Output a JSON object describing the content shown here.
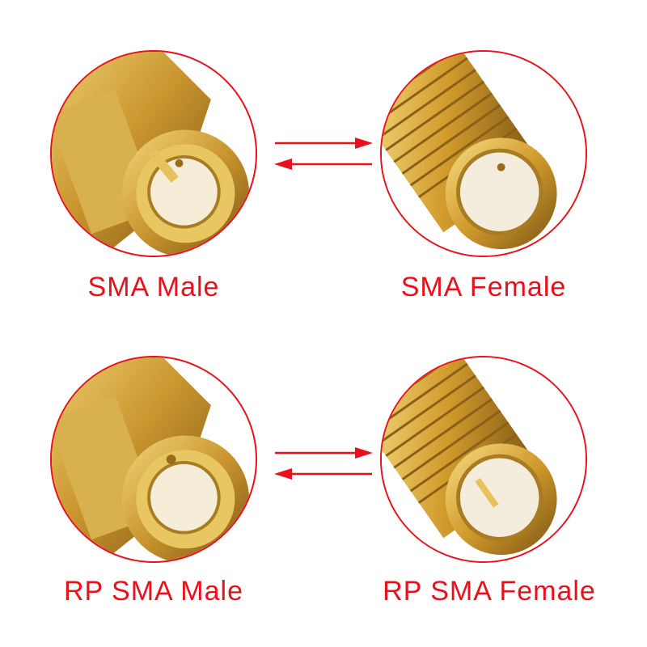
{
  "accent_color": "#e8101a",
  "gold_color": "#c9a23a",
  "connectors": [
    {
      "id": "sma-male",
      "label": "SMA Male",
      "kind": "male-pin"
    },
    {
      "id": "sma-female",
      "label": "SMA Female",
      "kind": "female-socket"
    },
    {
      "id": "rp-sma-male",
      "label": "RP SMA Male",
      "kind": "male-socket"
    },
    {
      "id": "rp-sma-female",
      "label": "RP SMA Female",
      "kind": "female-pin"
    }
  ],
  "arrow_icons": [
    "double-arrow-icon",
    "double-arrow-icon"
  ]
}
